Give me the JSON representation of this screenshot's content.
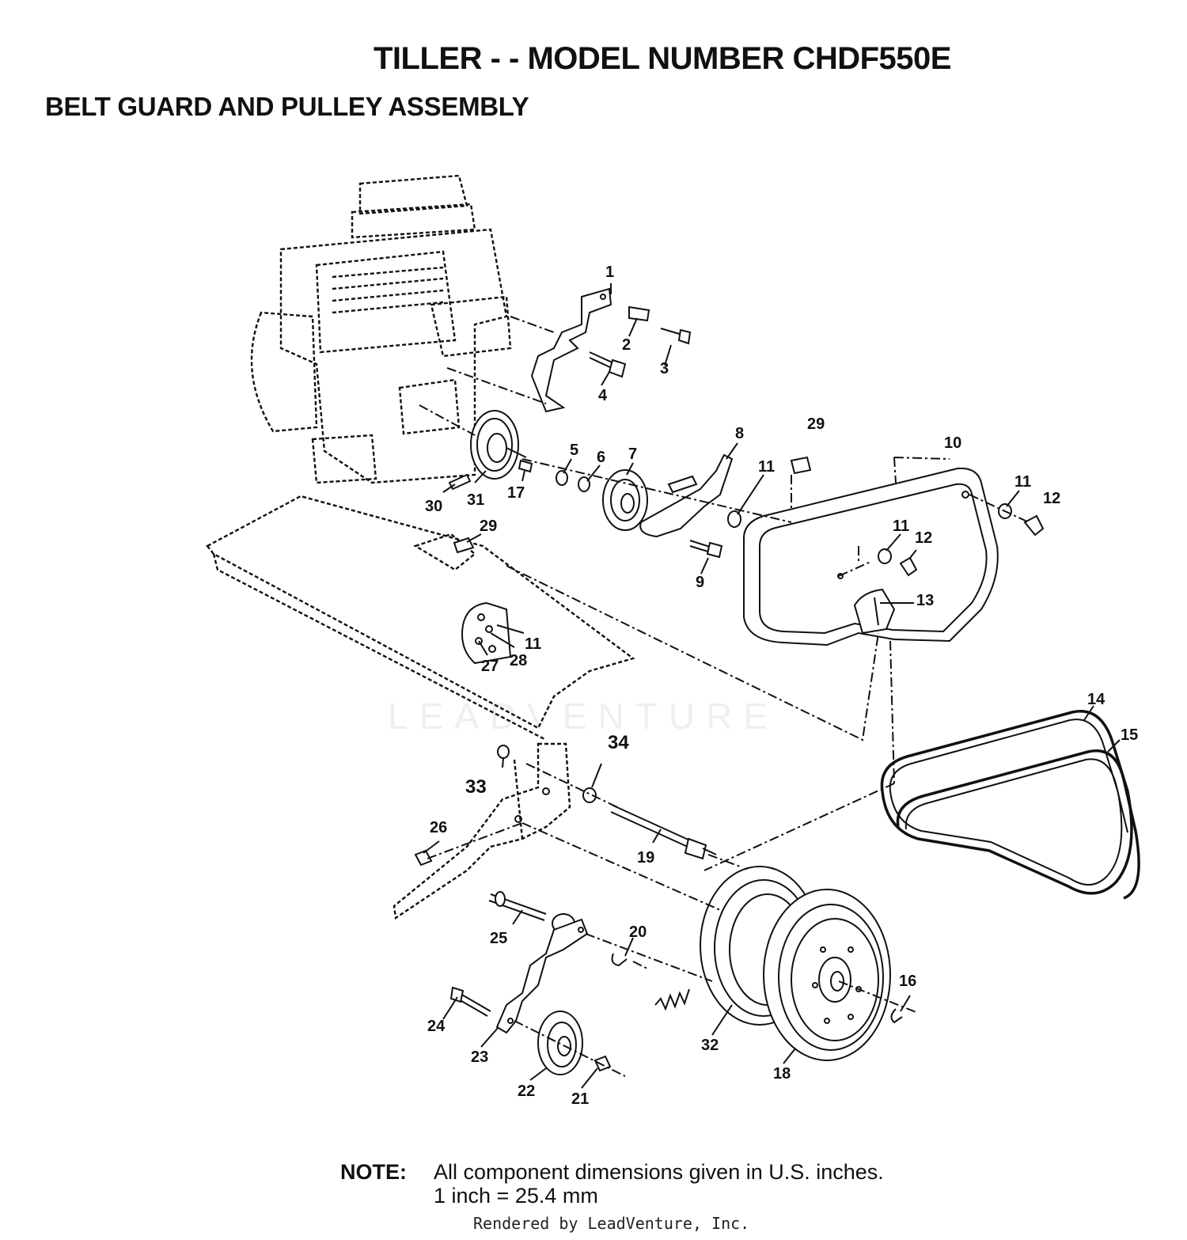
{
  "header": {
    "title": "TILLER - - MODEL NUMBER CHDF550E",
    "subtitle": "BELT GUARD AND PULLEY ASSEMBLY"
  },
  "callouts": [
    {
      "id": "c1",
      "text": "1"
    },
    {
      "id": "c2",
      "text": "2"
    },
    {
      "id": "c3",
      "text": "3"
    },
    {
      "id": "c4",
      "text": "4"
    },
    {
      "id": "c5",
      "text": "5"
    },
    {
      "id": "c6",
      "text": "6"
    },
    {
      "id": "c7",
      "text": "7"
    },
    {
      "id": "c8",
      "text": "8"
    },
    {
      "id": "c9",
      "text": "9"
    },
    {
      "id": "c10",
      "text": "10"
    },
    {
      "id": "c11a",
      "text": "11"
    },
    {
      "id": "c11b",
      "text": "11"
    },
    {
      "id": "c11c",
      "text": "11"
    },
    {
      "id": "c11d",
      "text": "11"
    },
    {
      "id": "c12a",
      "text": "12"
    },
    {
      "id": "c12b",
      "text": "12"
    },
    {
      "id": "c13",
      "text": "13"
    },
    {
      "id": "c14",
      "text": "14"
    },
    {
      "id": "c15",
      "text": "15"
    },
    {
      "id": "c16",
      "text": "16"
    },
    {
      "id": "c17",
      "text": "17"
    },
    {
      "id": "c18",
      "text": "18"
    },
    {
      "id": "c19",
      "text": "19"
    },
    {
      "id": "c20",
      "text": "20"
    },
    {
      "id": "c21",
      "text": "21"
    },
    {
      "id": "c22",
      "text": "22"
    },
    {
      "id": "c23",
      "text": "23"
    },
    {
      "id": "c24",
      "text": "24"
    },
    {
      "id": "c25",
      "text": "25"
    },
    {
      "id": "c26",
      "text": "26"
    },
    {
      "id": "c27",
      "text": "27"
    },
    {
      "id": "c28",
      "text": "28"
    },
    {
      "id": "c29a",
      "text": "29"
    },
    {
      "id": "c29b",
      "text": "29"
    },
    {
      "id": "c30",
      "text": "30"
    },
    {
      "id": "c31",
      "text": "31"
    },
    {
      "id": "c32",
      "text": "32"
    },
    {
      "id": "c33",
      "text": "33"
    },
    {
      "id": "c34",
      "text": "34"
    }
  ],
  "note": {
    "label": "NOTE:",
    "line1": "All component dimensions given in U.S. inches.",
    "line2": "1 inch = 25.4 mm"
  },
  "watermark": "LEADVENTURE",
  "credit": "Rendered by LeadVenture, Inc."
}
